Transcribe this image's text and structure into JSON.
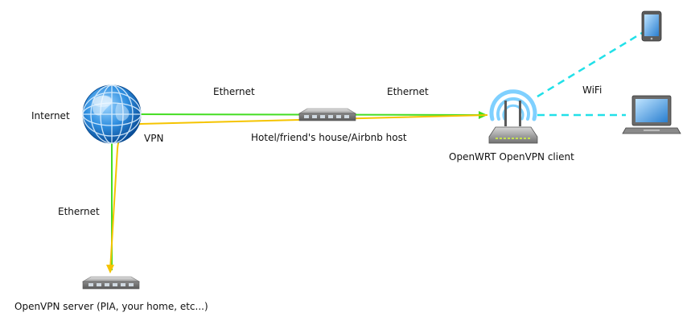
{
  "labels": {
    "internet": "Internet",
    "vpn": "VPN",
    "ethernet_top_left": "Ethernet",
    "ethernet_top_right": "Ethernet",
    "ethernet_vertical": "Ethernet",
    "wifi": "WiFi",
    "hotel_host": "Hotel/friend's house/Airbnb host",
    "openwrt_client": "OpenWRT OpenVPN client",
    "openvpn_server": "OpenVPN server (PIA, your home, etc...)"
  },
  "icons": {
    "globe": "globe-icon",
    "hotel_switch": "network-switch-icon",
    "router": "wireless-router-icon",
    "phone": "smartphone-icon",
    "laptop": "laptop-icon",
    "server_switch": "network-switch-icon"
  },
  "colors": {
    "ethernet": "#44dd22",
    "vpn": "#f5c400",
    "wifi": "#22e0e8",
    "wifi_waves": "#7fd0ff"
  }
}
